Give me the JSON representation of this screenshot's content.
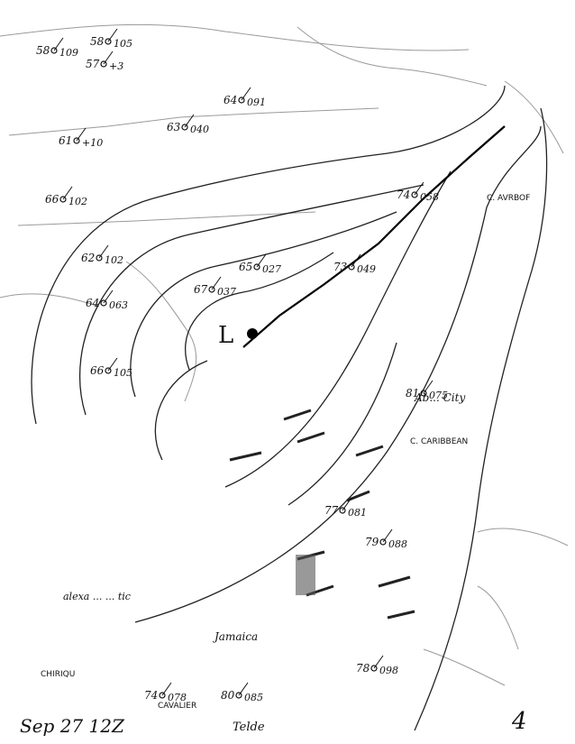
{
  "map": {
    "date_label": "Sep 27 12Z",
    "page_number": "4",
    "low_label": "L",
    "places": {
      "jamaica": "Jamaica",
      "abaco": "Ab... City",
      "caribbean": "C. CARIBBEAN",
      "cape": "C. AVRBOF",
      "chiriqui": "CHIRIQU",
      "cavalier": "CAVALIER",
      "telde": "Telde",
      "annotation_bottom_left": "alexa ... ... tic"
    },
    "stations": [
      {
        "id": "s1",
        "temp": "58",
        "pres": "109"
      },
      {
        "id": "s2",
        "temp": "58",
        "pres": "105"
      },
      {
        "id": "s3",
        "temp": "57",
        "pres": "+3"
      },
      {
        "id": "s4",
        "temp": "61",
        "pres": "+10"
      },
      {
        "id": "s5",
        "temp": "63",
        "pres": "040"
      },
      {
        "id": "s6",
        "temp": "64",
        "pres": "091"
      },
      {
        "id": "s7",
        "temp": "66",
        "pres": "102"
      },
      {
        "id": "s8",
        "temp": "62",
        "pres": "102"
      },
      {
        "id": "s9",
        "temp": "64",
        "pres": "063"
      },
      {
        "id": "s10",
        "temp": "67",
        "pres": "037"
      },
      {
        "id": "s11",
        "temp": "66",
        "pres": "105"
      },
      {
        "id": "s12",
        "temp": "65",
        "pres": "027"
      },
      {
        "id": "s13",
        "temp": "73",
        "pres": "049"
      },
      {
        "id": "s14",
        "temp": "74",
        "pres": "058"
      },
      {
        "id": "s15",
        "temp": "77",
        "pres": "081"
      },
      {
        "id": "s16",
        "temp": "79",
        "pres": "088"
      },
      {
        "id": "s17",
        "temp": "81",
        "pres": "075"
      },
      {
        "id": "s18",
        "temp": "74",
        "pres": "078"
      },
      {
        "id": "s19",
        "temp": "80",
        "pres": "085"
      },
      {
        "id": "s20",
        "temp": "78",
        "pres": "098"
      }
    ]
  }
}
